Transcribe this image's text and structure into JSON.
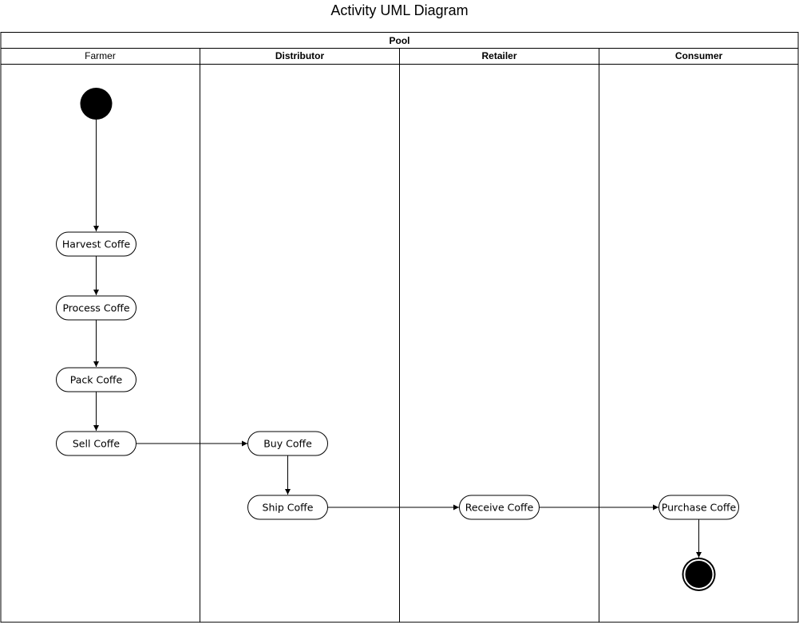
{
  "title": "Activity UML Diagram",
  "pool": {
    "name": "Pool",
    "lanes": [
      {
        "name": "Farmer",
        "bold": false
      },
      {
        "name": "Distributor",
        "bold": true
      },
      {
        "name": "Retailer",
        "bold": true
      },
      {
        "name": "Consumer",
        "bold": true
      }
    ]
  },
  "nodes": {
    "start": {
      "type": "initial",
      "lane": 0
    },
    "harvest": {
      "label": "Harvest Coffe",
      "lane": 0
    },
    "process": {
      "label": "Process Coffe",
      "lane": 0
    },
    "pack": {
      "label": "Pack Coffe",
      "lane": 0
    },
    "sell": {
      "label": "Sell Coffe",
      "lane": 0
    },
    "buy": {
      "label": "Buy Coffe",
      "lane": 1
    },
    "ship": {
      "label": "Ship Coffe",
      "lane": 1
    },
    "receive": {
      "label": "Receive Coffe",
      "lane": 2
    },
    "purchase": {
      "label": "Purchase Coffe",
      "lane": 3
    },
    "end": {
      "type": "final",
      "lane": 3
    }
  },
  "edges": [
    [
      "start",
      "harvest"
    ],
    [
      "harvest",
      "process"
    ],
    [
      "process",
      "pack"
    ],
    [
      "pack",
      "sell"
    ],
    [
      "sell",
      "buy"
    ],
    [
      "buy",
      "ship"
    ],
    [
      "ship",
      "receive"
    ],
    [
      "receive",
      "purchase"
    ],
    [
      "purchase",
      "end"
    ]
  ],
  "colors": {
    "stroke": "#000000",
    "fill": "#ffffff",
    "marker": "#000000"
  }
}
